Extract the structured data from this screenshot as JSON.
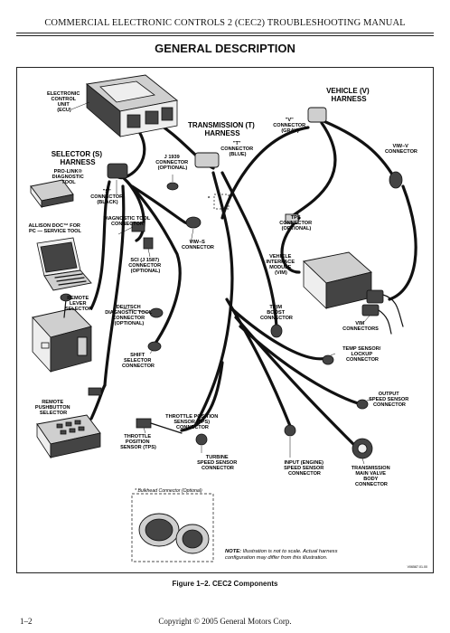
{
  "header": {
    "running_title": "COMMERCIAL ELECTRONIC CONTROLS 2 (CEC2) TROUBLESHOOTING MANUAL",
    "section_title": "GENERAL DESCRIPTION"
  },
  "figure": {
    "caption": "Figure 1–2.  CEC2 Components",
    "figure_id": "V06587.01.00",
    "note_prefix": "NOTE:",
    "note_line1": " Illustration is not to scale.  Actual harness",
    "note_line2": "configuration may differ from this illustration.",
    "bulkhead_label": "* Bulkhead Connector (Optional)",
    "star_mark": "*",
    "labels": {
      "ecu": [
        "ELECTRONIC",
        "CONTROL",
        "UNIT",
        "(ECU)"
      ],
      "selector_harness": [
        "SELECTOR (S)",
        "HARNESS"
      ],
      "transmission_harness": [
        "TRANSMISSION (T)",
        "HARNESS"
      ],
      "vehicle_harness": [
        "VEHICLE (V)",
        "HARNESS"
      ],
      "v_connector": [
        "\"V\"",
        "CONNECTOR",
        "(GRAY)"
      ],
      "t_connector": [
        "\"T\"",
        "CONNECTOR",
        "(BLUE)"
      ],
      "j1939": [
        "J 1939",
        "CONNECTOR",
        "(OPTIONAL)"
      ],
      "vimv_connector_top": [
        "VIW–V",
        "CONNECTOR"
      ],
      "prolink": [
        "PRO-LINK®",
        "DIAGNOSTIC",
        "TOOL"
      ],
      "s_connector": [
        "\"S\"",
        "CONNECTOR",
        "(BLACK)"
      ],
      "allison_doc": [
        "ALLISON DOC™ FOR",
        "PC — SERVICE TOOL"
      ],
      "diag_tool_connector": [
        "DIAGNOSTIC TOOL",
        "CONNECTOR"
      ],
      "sci_connector": [
        "SCI (J 1587)",
        "CONNECTOR",
        "(OPTIONAL)"
      ],
      "vims_connector": [
        "VIW–S",
        "CONNECTOR"
      ],
      "tps_connector_upper": [
        "TPS",
        "CONNECTOR",
        "(OPTIONAL)"
      ],
      "vim": [
        "VEHICLE",
        "INTERFACE",
        "MODULE",
        "(VIM)"
      ],
      "remote_lever": [
        "REMOTE",
        "LEVER",
        "SELECTOR"
      ],
      "deutsch": [
        "DEUTSCH",
        "DIAGNOSTIC TOOL",
        "CONNECTOR",
        "(OPTIONAL)"
      ],
      "trim_boost": [
        "TRIM",
        "BOOST",
        "CONNECTOR"
      ],
      "vim_connectors": [
        "VIM",
        "CONNECTORS"
      ],
      "shift_selector": [
        "SHIFT",
        "SELECTOR",
        "CONNECTOR"
      ],
      "temp_sensor": [
        "TEMP SENSOR/",
        "LOCKUP",
        "CONNECTOR"
      ],
      "remote_pushbutton": [
        "REMOTE",
        "PUSHBUTTON",
        "SELECTOR"
      ],
      "output_speed": [
        "OUTPUT",
        "SPEED SENSOR",
        "CONNECTOR"
      ],
      "throttle_position_connector": [
        "THROTTLE POSITION",
        "SENSOR (TPS)",
        "CONNECTOR"
      ],
      "throttle_position_sensor": [
        "THROTTLE",
        "POSITION",
        "SENSOR (TPS)"
      ],
      "turbine_speed": [
        "TURBINE",
        "SPEED SENSOR",
        "CONNECTOR"
      ],
      "input_speed": [
        "INPUT (ENGINE)",
        "SPEED SENSOR",
        "CONNECTOR"
      ],
      "main_valve": [
        "TRANSMISSION",
        "MAIN VALVE",
        "BODY",
        "CONNECTOR"
      ]
    }
  },
  "footer": {
    "page_number": "1–2",
    "copyright": "Copyright © 2005 General Motors Corp."
  }
}
